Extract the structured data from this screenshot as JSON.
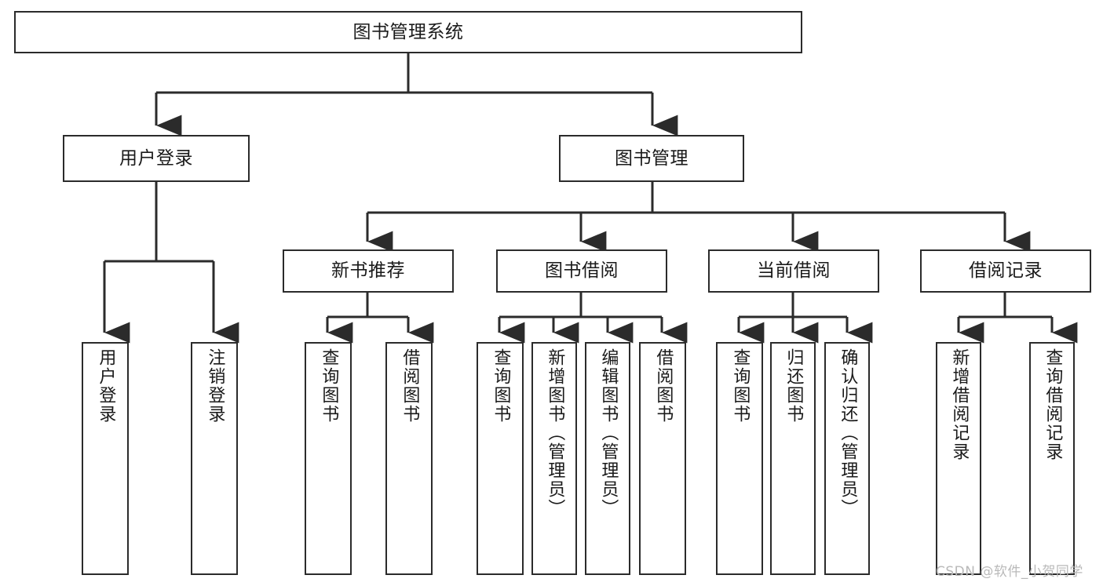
{
  "diagram": {
    "title": "图书管理系统",
    "type": "hierarchy-tree",
    "watermark": "CSDN @软件_小贺同学",
    "colors": {
      "box_border": "#2b2b2b",
      "box_fill": "#ffffff",
      "connector": "#2b2b2b",
      "text": "#1a1a1a",
      "watermark": "#b9b9b9"
    },
    "root": {
      "label": "图书管理系统"
    },
    "level1": [
      {
        "label": "用户登录"
      },
      {
        "label": "图书管理"
      }
    ],
    "level2": [
      {
        "label": "新书推荐"
      },
      {
        "label": "图书借阅"
      },
      {
        "label": "当前借阅"
      },
      {
        "label": "借阅记录"
      }
    ],
    "leaves": [
      {
        "label": "用户登录",
        "parent": "用户登录"
      },
      {
        "label": "注销登录",
        "parent": "用户登录"
      },
      {
        "label": "查询图书",
        "parent": "新书推荐"
      },
      {
        "label": "借阅图书",
        "parent": "新书推荐"
      },
      {
        "label": "查询图书",
        "parent": "图书借阅"
      },
      {
        "label": "新增图书（管理员）",
        "parent": "图书借阅"
      },
      {
        "label": "编辑图书（管理员）",
        "parent": "图书借阅"
      },
      {
        "label": "借阅图书",
        "parent": "图书借阅"
      },
      {
        "label": "查询图书",
        "parent": "当前借阅"
      },
      {
        "label": "归还图书",
        "parent": "当前借阅"
      },
      {
        "label": "确认归还（管理员）",
        "parent": "当前借阅"
      },
      {
        "label": "新增借阅记录",
        "parent": "借阅记录"
      },
      {
        "label": "查询借阅记录",
        "parent": "借阅记录"
      }
    ]
  }
}
